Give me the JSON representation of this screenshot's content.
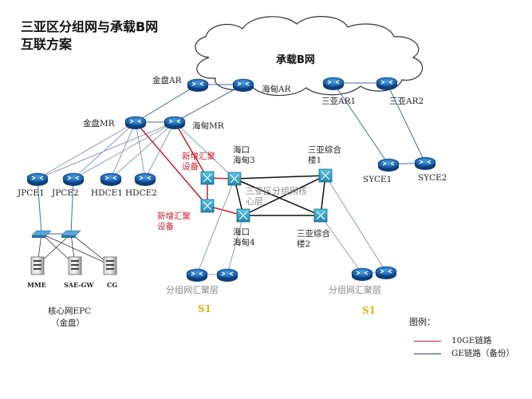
{
  "title_line1": "三亚区分组网与承载B网",
  "title_line2": "互联方案",
  "cloud_label": "承载B网",
  "nodes": {
    "jinpan_ar": "金盘AR",
    "haidian_ar": "海甸AR",
    "sanya_ar1": "三亚AR1",
    "sanya_ar2": "三亚AR2",
    "jinpan_mr": "金盘MR",
    "haidian_mr": "海甸MR",
    "syce1": "SYCE1",
    "syce2": "SYCE2",
    "jpce1": "JPCE1",
    "jpce2": "JPCE2",
    "hdce1": "HDCE1",
    "hdce2": "HDCE2",
    "new_agg_1": "新增汇聚设备",
    "new_agg_2": "新增汇聚设备",
    "haikou_haidian3": "海口海甸3",
    "sanya_zonghe1": "三亚综合楼1",
    "haikou_haidian4": "海口海甸4",
    "sanya_zonghe2": "三亚综合楼2",
    "core_layer": "三亚区分组网核心层",
    "mme": "MME",
    "sae_gw": "SAE-GW",
    "cg": "CG",
    "epc": "核心网EPC",
    "epc_sub": "（金盘）",
    "agg_layer_left": "分组网汇聚层",
    "agg_layer_right": "分组网汇聚层",
    "s1_left": "S1",
    "s1_right": "S1"
  },
  "legend": {
    "title": "图例：",
    "item1": "10GE链路",
    "item2": "GE链路（备份）",
    "color1": "#c8202a",
    "color2": "#2b3a8c"
  },
  "colors": {
    "router": "#1f6fc0",
    "switch": "#29a3c9",
    "link_blue": "#4a6aa8",
    "link_red": "#c8202a",
    "core_line": "#111111"
  }
}
